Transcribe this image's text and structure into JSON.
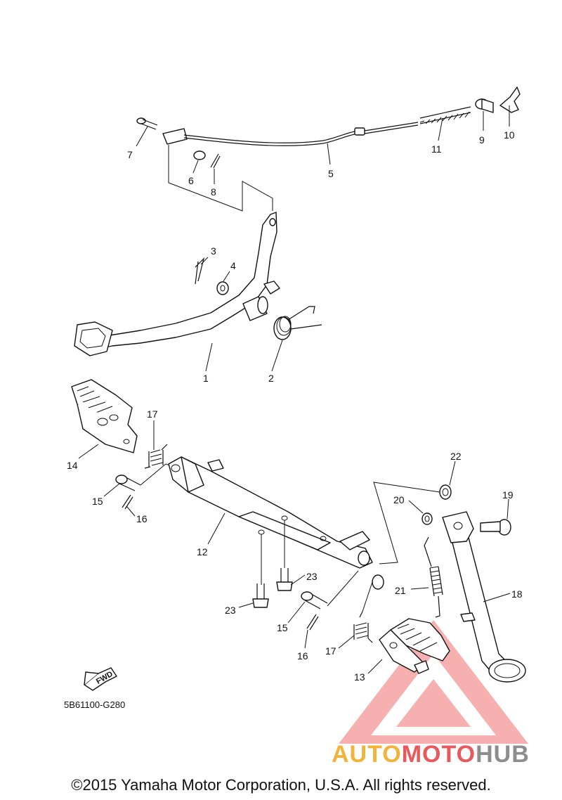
{
  "diagram_code": "5B61100-G280",
  "copyright": "©2015 Yamaha Motor Corporation, U.S.A. All rights reserved.",
  "fwd_label": "FWD",
  "watermark": {
    "part1": "AUTO",
    "part2": "MOTO",
    "part3": "HUB",
    "colors": [
      "#f2b33a",
      "#e8585c",
      "#8d8d8d"
    ]
  },
  "labels": {
    "l1": "1",
    "l2": "2",
    "l3": "3",
    "l4": "4",
    "l5": "5",
    "l6": "6",
    "l7": "7",
    "l8": "8",
    "l9": "9",
    "l10": "10",
    "l11": "11",
    "l12": "12",
    "l13": "13",
    "l14": "14",
    "l15a": "15",
    "l15b": "15",
    "l16a": "16",
    "l16b": "16",
    "l17a": "17",
    "l17b": "17",
    "l18": "18",
    "l19": "19",
    "l20": "20",
    "l21": "21",
    "l22": "22",
    "l23a": "23",
    "l23b": "23"
  }
}
